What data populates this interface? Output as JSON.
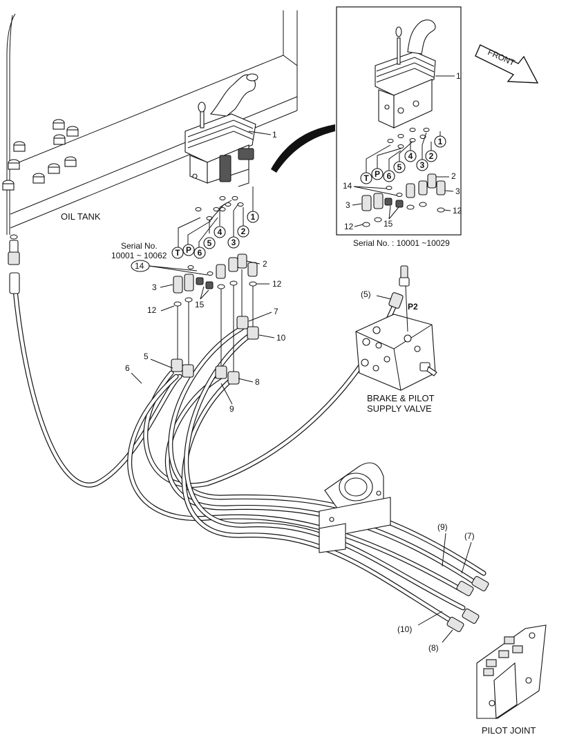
{
  "labels": {
    "oil_tank": "OIL TANK",
    "front": "FRONT",
    "serial_main_line1": "Serial No.",
    "serial_main_line2": "10001 ~ 10062",
    "serial_inset": "Serial No. : 10001 ~10029",
    "brake_valve_line1": "BRAKE & PILOT",
    "brake_valve_line2": "SUPPLY VALVE",
    "pilot_joint": "PILOT JOINT",
    "p2": "P2"
  },
  "main_callouts": {
    "c1": "1",
    "c2": "2",
    "c3": "3",
    "c5": "5",
    "c6": "6",
    "c7": "7",
    "c8": "8",
    "c9": "9",
    "c10": "10",
    "c12a": "12",
    "c12b": "12",
    "c14": "14",
    "c15": "15",
    "c5p": "(5)"
  },
  "main_ports": {
    "T": "T",
    "P": "P",
    "p6": "6",
    "p5": "5",
    "p4": "4",
    "p3": "3",
    "p2": "2",
    "p1": "1"
  },
  "inset_callouts": {
    "c1": "1",
    "c2": "2",
    "c3": "3",
    "c12a": "12",
    "c12b": "12",
    "c14": "14",
    "c15": "15"
  },
  "inset_ports": {
    "T": "T",
    "P": "P",
    "p6": "6",
    "p5": "5",
    "p4": "4",
    "p3": "3",
    "p2": "2",
    "p1": "1"
  },
  "hose_callouts": {
    "c9": "(9)",
    "c7": "(7)",
    "c10": "(10)",
    "c8": "(8)"
  }
}
